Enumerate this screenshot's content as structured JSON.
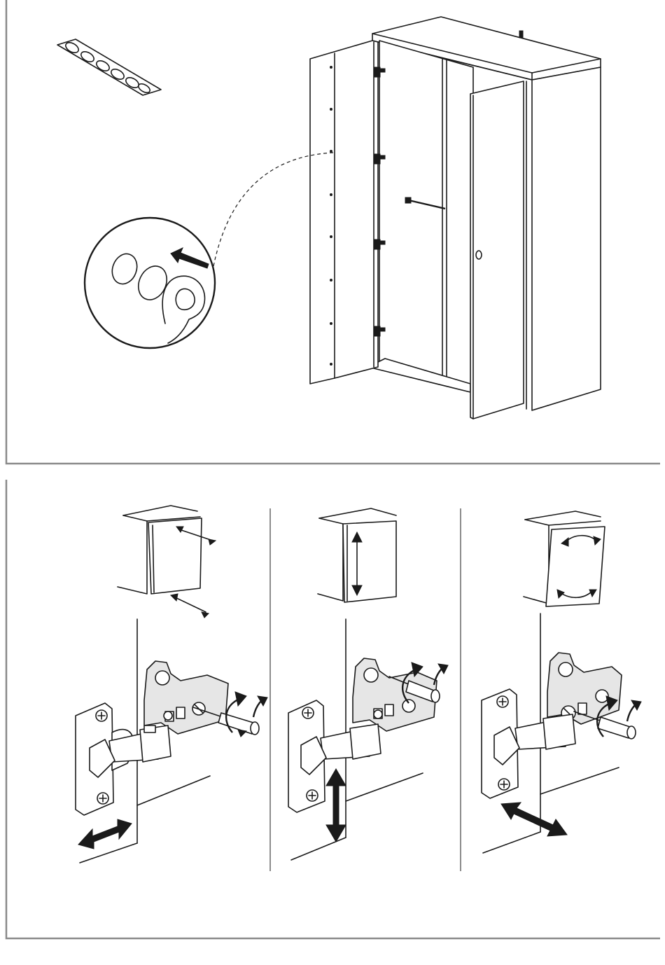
{
  "diagram": {
    "panels": [
      {
        "id": "bumper-pads-step"
      },
      {
        "id": "hinge-adjustment-step"
      }
    ],
    "adjustments": [
      {
        "id": "side-adjust"
      },
      {
        "id": "height-adjust"
      },
      {
        "id": "depth-adjust"
      }
    ],
    "colors": {
      "line": "#1a1a1a",
      "frame": "#8a8a8a",
      "background": "#ffffff"
    }
  }
}
